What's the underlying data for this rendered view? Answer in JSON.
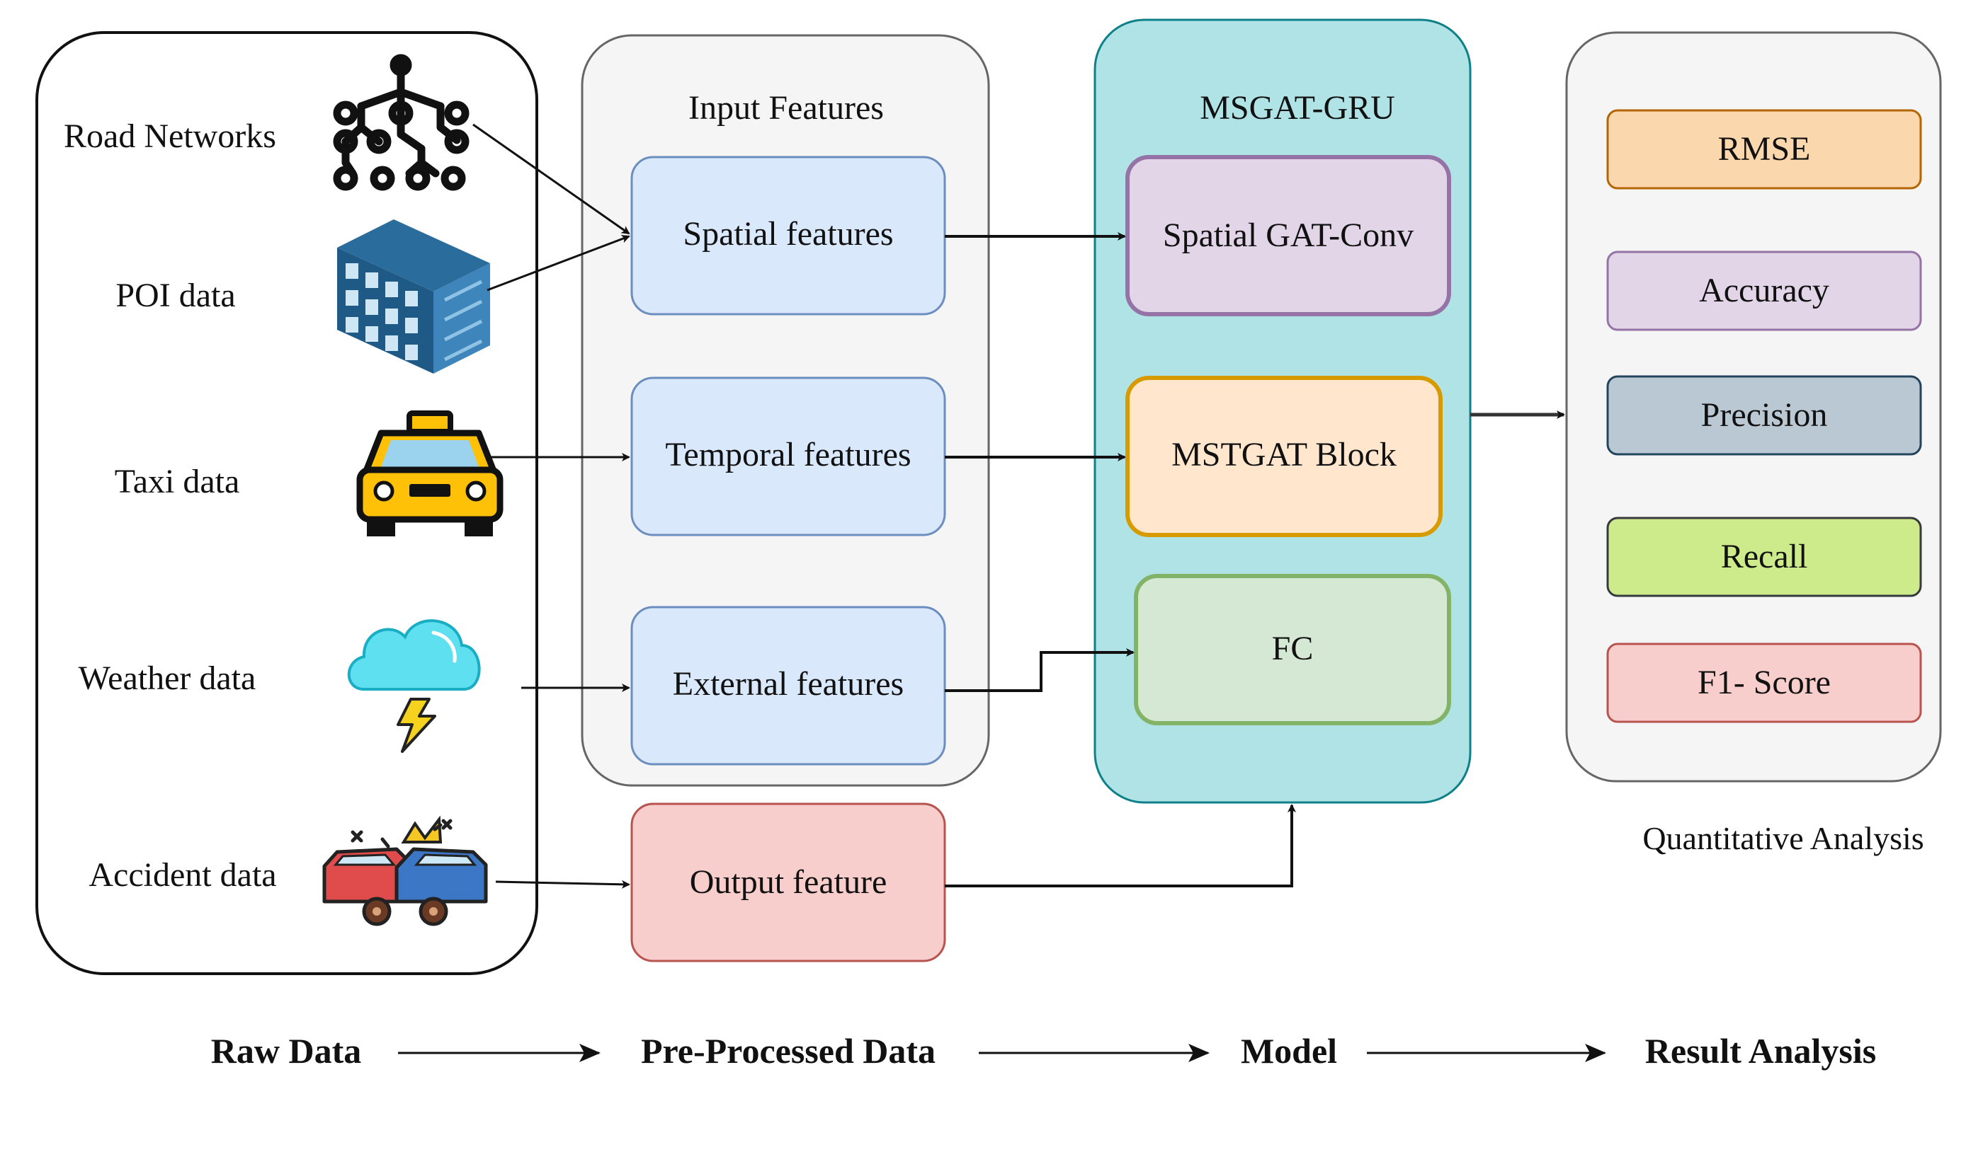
{
  "raw_data": {
    "items": [
      {
        "label": "Road Networks",
        "icon": "network-tree-icon"
      },
      {
        "label": "POI data",
        "icon": "building-icon"
      },
      {
        "label": "Taxi data",
        "icon": "taxi-icon"
      },
      {
        "label": "Weather data",
        "icon": "storm-cloud-icon"
      },
      {
        "label": "Accident data",
        "icon": "car-crash-icon"
      }
    ]
  },
  "preprocessed": {
    "title": "Input Features",
    "features": [
      "Spatial features",
      "Temporal features",
      "External features"
    ],
    "output": "Output feature"
  },
  "model": {
    "title": "MSGAT-GRU",
    "blocks": [
      "Spatial GAT-Conv",
      "MSTGAT Block",
      "FC"
    ]
  },
  "results": {
    "metrics": [
      "RMSE",
      "Accuracy",
      "Precision",
      "Recall",
      "F1- Score"
    ],
    "caption": "Quantitative Analysis"
  },
  "pipeline": [
    "Raw Data",
    "Pre-Processed Data",
    "Model",
    "Result Analysis"
  ],
  "colors": {
    "feature_fill": "#dae8fc",
    "feature_stroke": "#6c8ebf",
    "output_fill": "#f8cecc",
    "output_stroke": "#b85450",
    "model_fill": "#b0e3e6",
    "model_stroke": "#0e8088",
    "gat_fill": "#e1d5e7",
    "gat_stroke": "#9673a6",
    "mstgat_fill": "#ffe6cc",
    "mstgat_stroke": "#d79b00",
    "fc_fill": "#d5e8d4",
    "fc_stroke": "#82b366",
    "rmse_fill": "#fad7ac",
    "rmse_stroke": "#b46504",
    "accuracy_fill": "#e1d5e7",
    "accuracy_stroke": "#9673a6",
    "precision_fill": "#bac8d3",
    "precision_stroke": "#23445d",
    "recall_fill": "#cdeb8b",
    "recall_stroke": "#36393d",
    "f1_fill": "#f8cecc",
    "f1_stroke": "#b85450",
    "panel_fill": "#f5f5f5",
    "panel_stroke": "#666666"
  }
}
